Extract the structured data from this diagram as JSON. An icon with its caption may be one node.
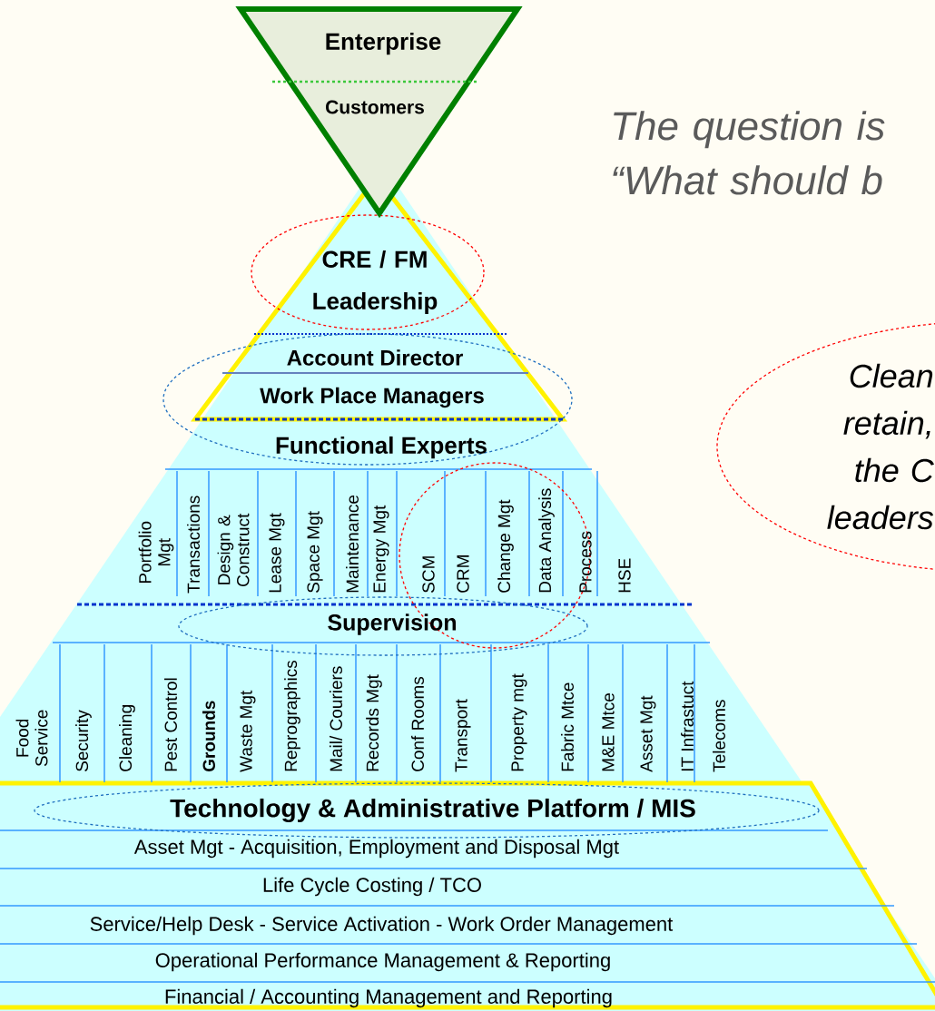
{
  "diagram": {
    "nodes": [
      {
        "text": [
          "Enterprise",
          "Customers"
        ]
      },
      {
        "text": [
          "CRE / FM Leadership"
        ]
      },
      {
        "text": [
          "Account Director"
        ]
      },
      {
        "text": [
          "Work Place Managers"
        ]
      },
      {
        "text": [
          "Functional Experts"
        ]
      },
      {
        "text": [
          "Portfolio Mgt"
        ]
      },
      {
        "text": [
          "Transactions"
        ]
      },
      {
        "text": [
          "Design & Construct"
        ]
      },
      {
        "text": [
          "Lease Mgt"
        ]
      },
      {
        "text": [
          "Space Mgt"
        ]
      },
      {
        "text": [
          "Maintenance"
        ]
      },
      {
        "text": [
          "Energy Mgt"
        ]
      },
      {
        "text": [
          "SCM"
        ]
      },
      {
        "text": [
          "CRM"
        ]
      },
      {
        "text": [
          "Change Mgt"
        ]
      },
      {
        "text": [
          "Data Analysis"
        ]
      },
      {
        "text": [
          "Process"
        ]
      },
      {
        "text": [
          "HSE"
        ]
      },
      {
        "text": [
          "Supervision"
        ]
      },
      {
        "text": [
          "Food Service"
        ]
      },
      {
        "text": [
          "Security"
        ]
      },
      {
        "text": [
          "Cleaning"
        ]
      },
      {
        "text": [
          "Pest Control"
        ]
      },
      {
        "text": [
          "Grounds"
        ]
      },
      {
        "text": [
          "Waste Mgt"
        ]
      },
      {
        "text": [
          "Reprographics"
        ]
      },
      {
        "text": [
          "Mail/ Couriers"
        ]
      },
      {
        "text": [
          "Records Mgt"
        ]
      },
      {
        "text": [
          "Conf Rooms"
        ]
      },
      {
        "text": [
          "Transport"
        ]
      },
      {
        "text": [
          "Property mgt"
        ]
      },
      {
        "text": [
          "Fabric Mtce"
        ]
      },
      {
        "text": [
          "M&E Mtce"
        ]
      },
      {
        "text": [
          "Asset Mgt"
        ]
      },
      {
        "text": [
          "IT Infrastuct"
        ]
      },
      {
        "text": [
          "Telecoms"
        ]
      },
      {
        "text": [
          "Technology & Administrative Platform / MIS"
        ]
      },
      {
        "text": [
          "Asset Mgt  - Acquisition, Employment and Disposal Mgt"
        ]
      },
      {
        "text": [
          "Life Cycle Costing / TCO"
        ]
      },
      {
        "text": [
          "Service/Help Desk - Service Activation - Work Order Management"
        ]
      },
      {
        "text": [
          "Operational Performance Management & Reporting"
        ]
      },
      {
        "text": [
          "Financial / Accounting Management and Reporting"
        ]
      },
      {
        "text": [
          "Clean retain, the C leaders"
        ]
      }
    ],
    "labels": [
      "The question is “What should b"
    ]
  }
}
